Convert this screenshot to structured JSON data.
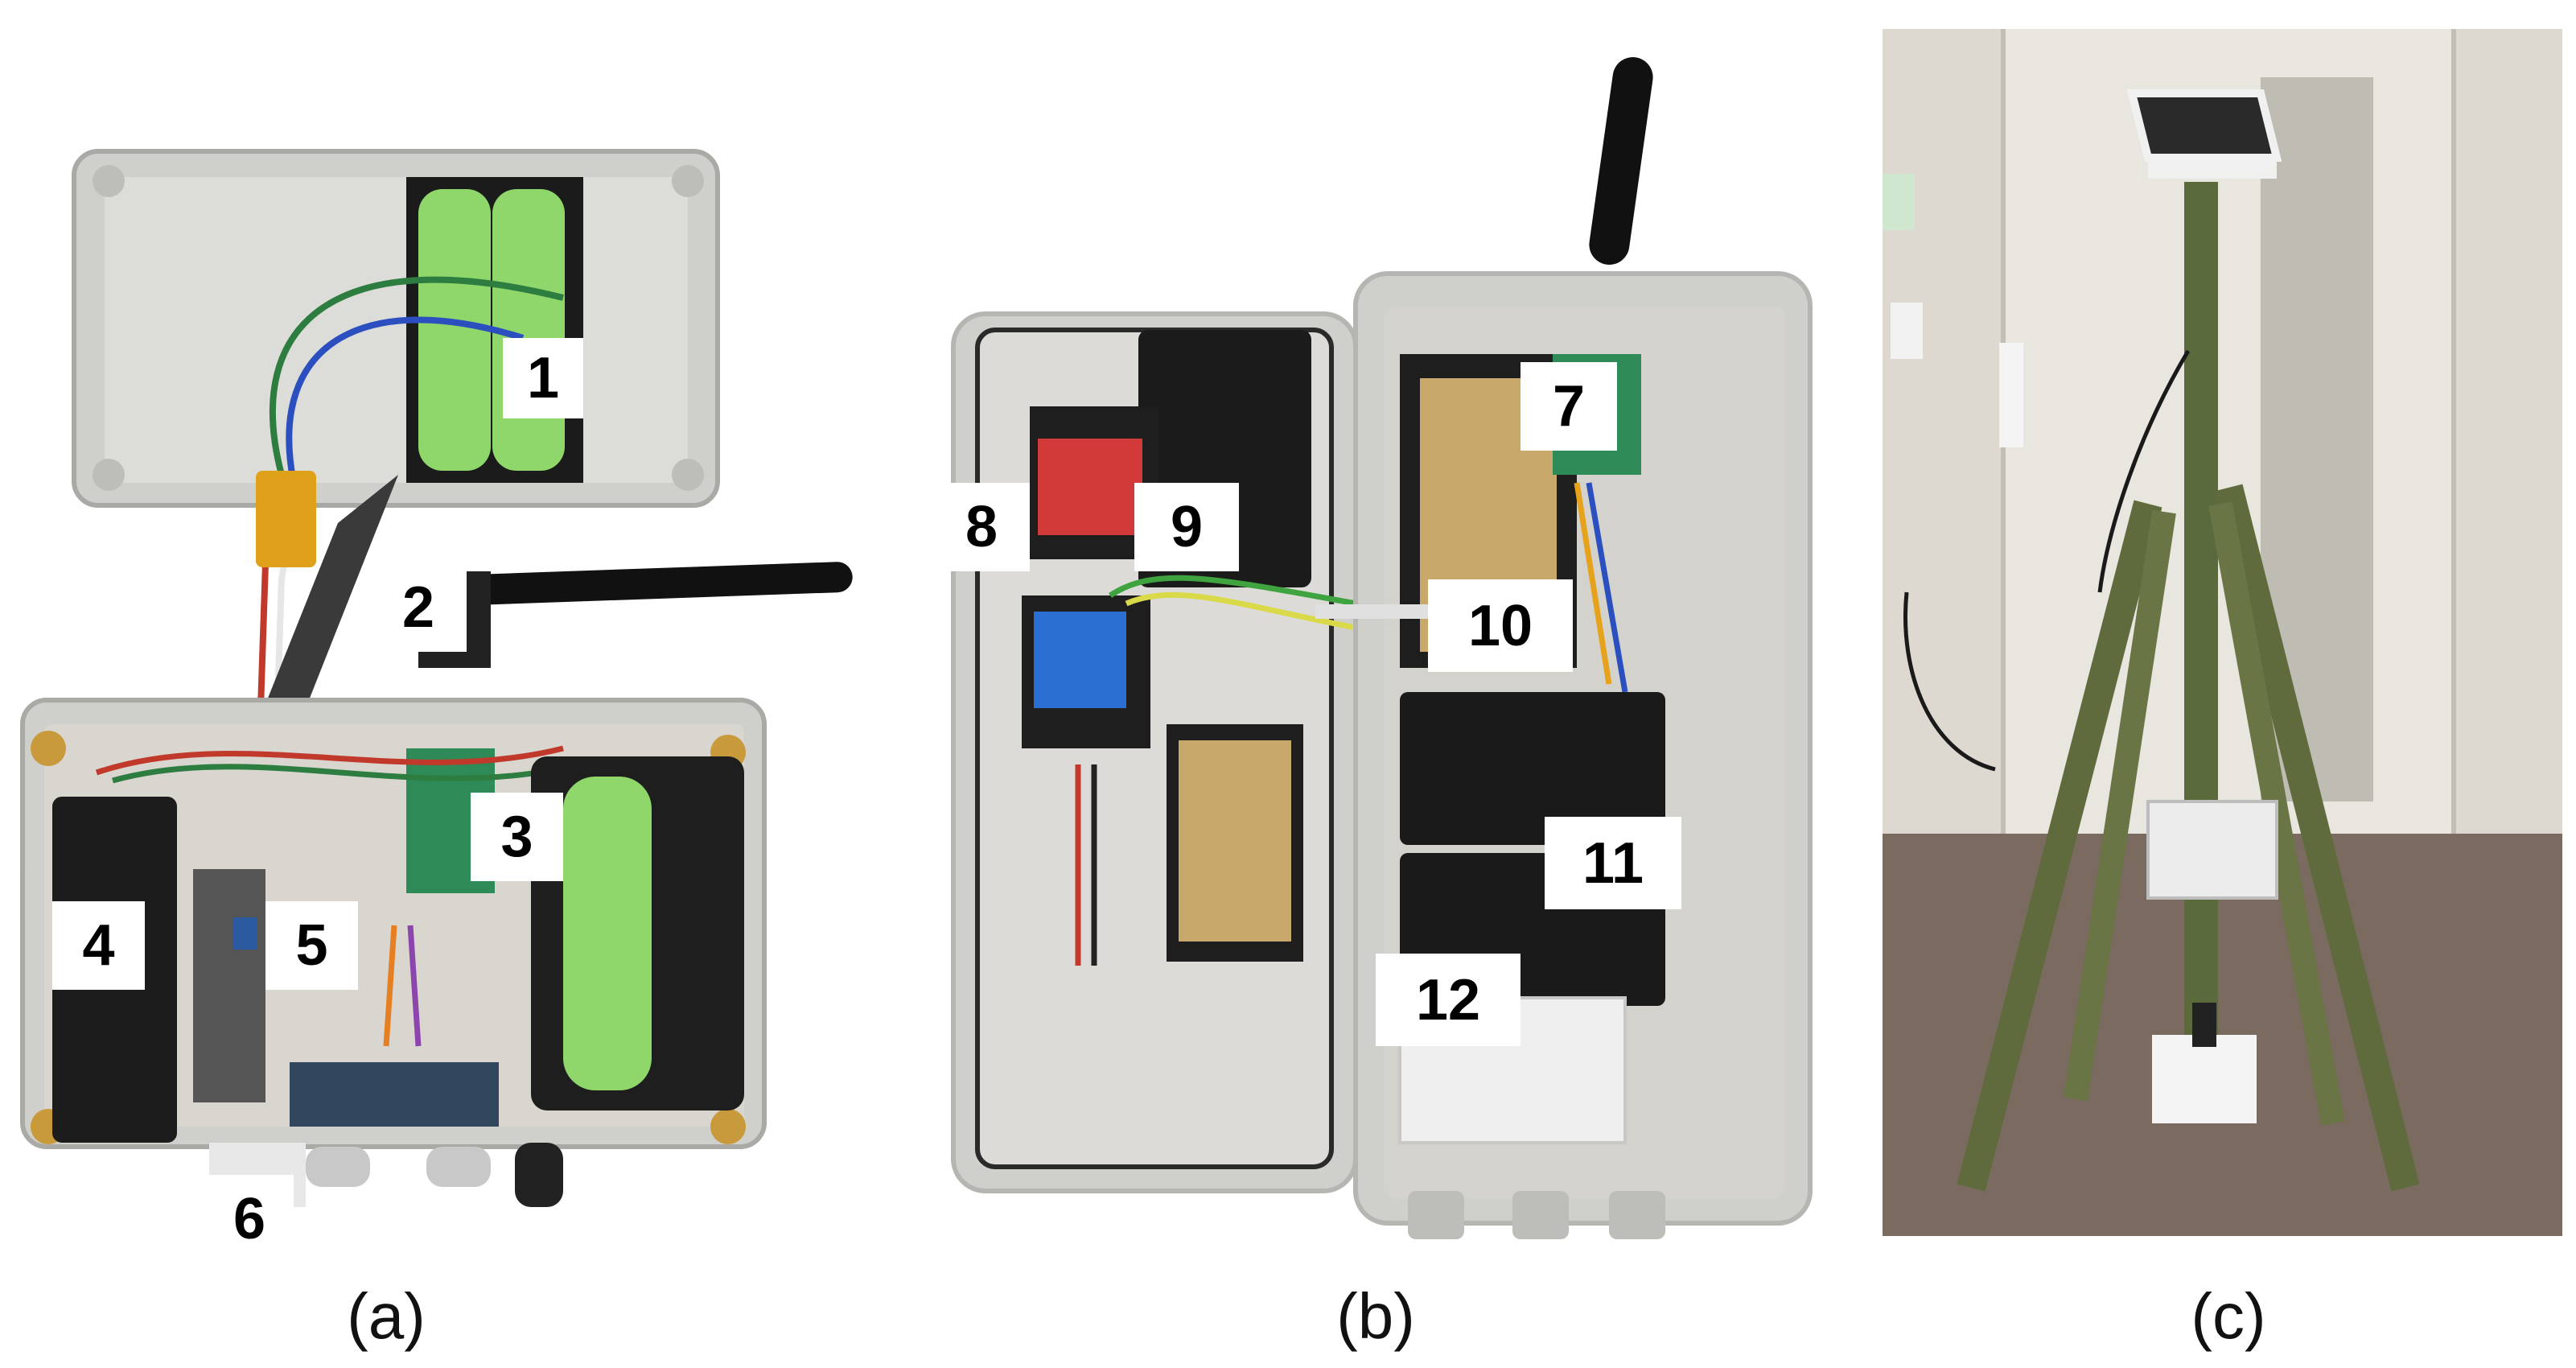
{
  "panels": [
    {
      "caption": "(a)",
      "labels": [
        "1",
        "2",
        "3",
        "4",
        "5",
        "6"
      ]
    },
    {
      "caption": "(b)",
      "labels": [
        "7",
        "8",
        "9",
        "10",
        "11",
        "12"
      ]
    },
    {
      "caption": "(c)"
    }
  ]
}
